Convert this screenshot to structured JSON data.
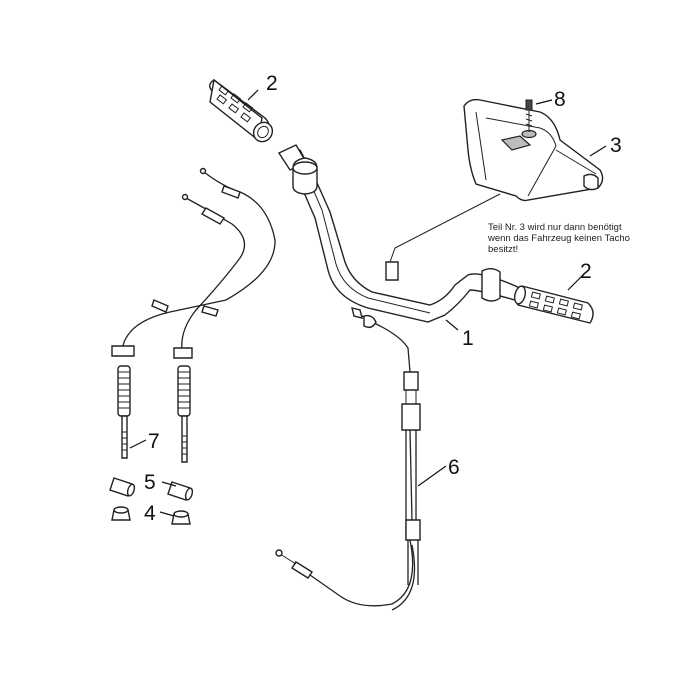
{
  "diagram": {
    "callouts": [
      {
        "id": "grip-left",
        "label": "2"
      },
      {
        "id": "bolt",
        "label": "8"
      },
      {
        "id": "cover",
        "label": "3"
      },
      {
        "id": "grip-right",
        "label": "2"
      },
      {
        "id": "handlebar",
        "label": "1"
      },
      {
        "id": "throttle-cable",
        "label": "6"
      },
      {
        "id": "brake-cables",
        "label": "7"
      },
      {
        "id": "adjuster-sleeve",
        "label": "5"
      },
      {
        "id": "adjuster-nut",
        "label": "4"
      }
    ],
    "note": {
      "line1": "Teil Nr. 3 wird nur dann benötigt",
      "line2": "wenn das Fahrzeug keinen Tacho",
      "line3": "besitzt!"
    }
  }
}
